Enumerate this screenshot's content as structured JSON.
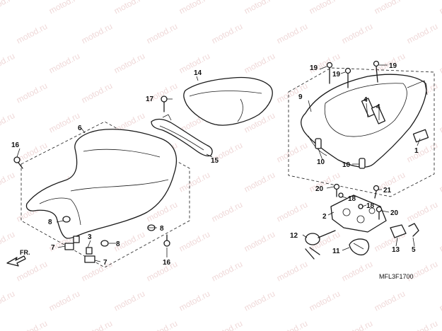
{
  "watermark": "motod.ru",
  "diagram_code": "MFL3F1700",
  "direction_label": "FR.",
  "callouts": {
    "c1": "1",
    "c2": "2",
    "c3": "3",
    "c4a": "4",
    "c4b": "4",
    "c5": "5",
    "c6": "6",
    "c7a": "7",
    "c7b": "7",
    "c8a": "8",
    "c8b": "8",
    "c8c": "8",
    "c9": "9",
    "c10a": "10",
    "c10b": "10",
    "c11": "11",
    "c12": "12",
    "c13": "13",
    "c14": "14",
    "c15": "15",
    "c16a": "16",
    "c16b": "16",
    "c17": "17",
    "c18a": "18",
    "c18b": "18",
    "c19a": "19",
    "c19b": "19",
    "c19c": "19",
    "c20a": "20",
    "c20b": "20",
    "c21": "21"
  },
  "colors": {
    "line": "#1a1a1a",
    "watermark": "#e3b9b9",
    "background": "#ffffff"
  }
}
